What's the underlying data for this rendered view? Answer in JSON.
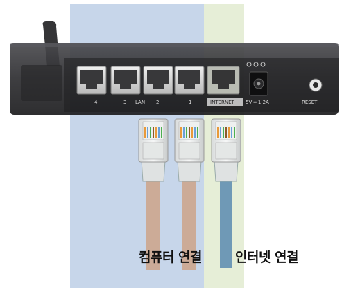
{
  "device": {
    "ports": [
      {
        "label": "4"
      },
      {
        "label": "3"
      },
      {
        "label": "2"
      },
      {
        "label": "1"
      }
    ],
    "lan_label": "LAN",
    "internet_label": "INTERNET",
    "power_label": "5V ═ 1.2A",
    "reset_label": "RESET"
  },
  "labels": {
    "computer_connection": "컴퓨터 연결",
    "internet_connection": "인터넷 연결"
  },
  "colors": {
    "lan_zone": "#c7d6ea",
    "internet_zone": "#e6eed7",
    "router_body": "#2b2b2e",
    "lan_cable": "#ccab97",
    "internet_cable": "#6f99b6"
  }
}
